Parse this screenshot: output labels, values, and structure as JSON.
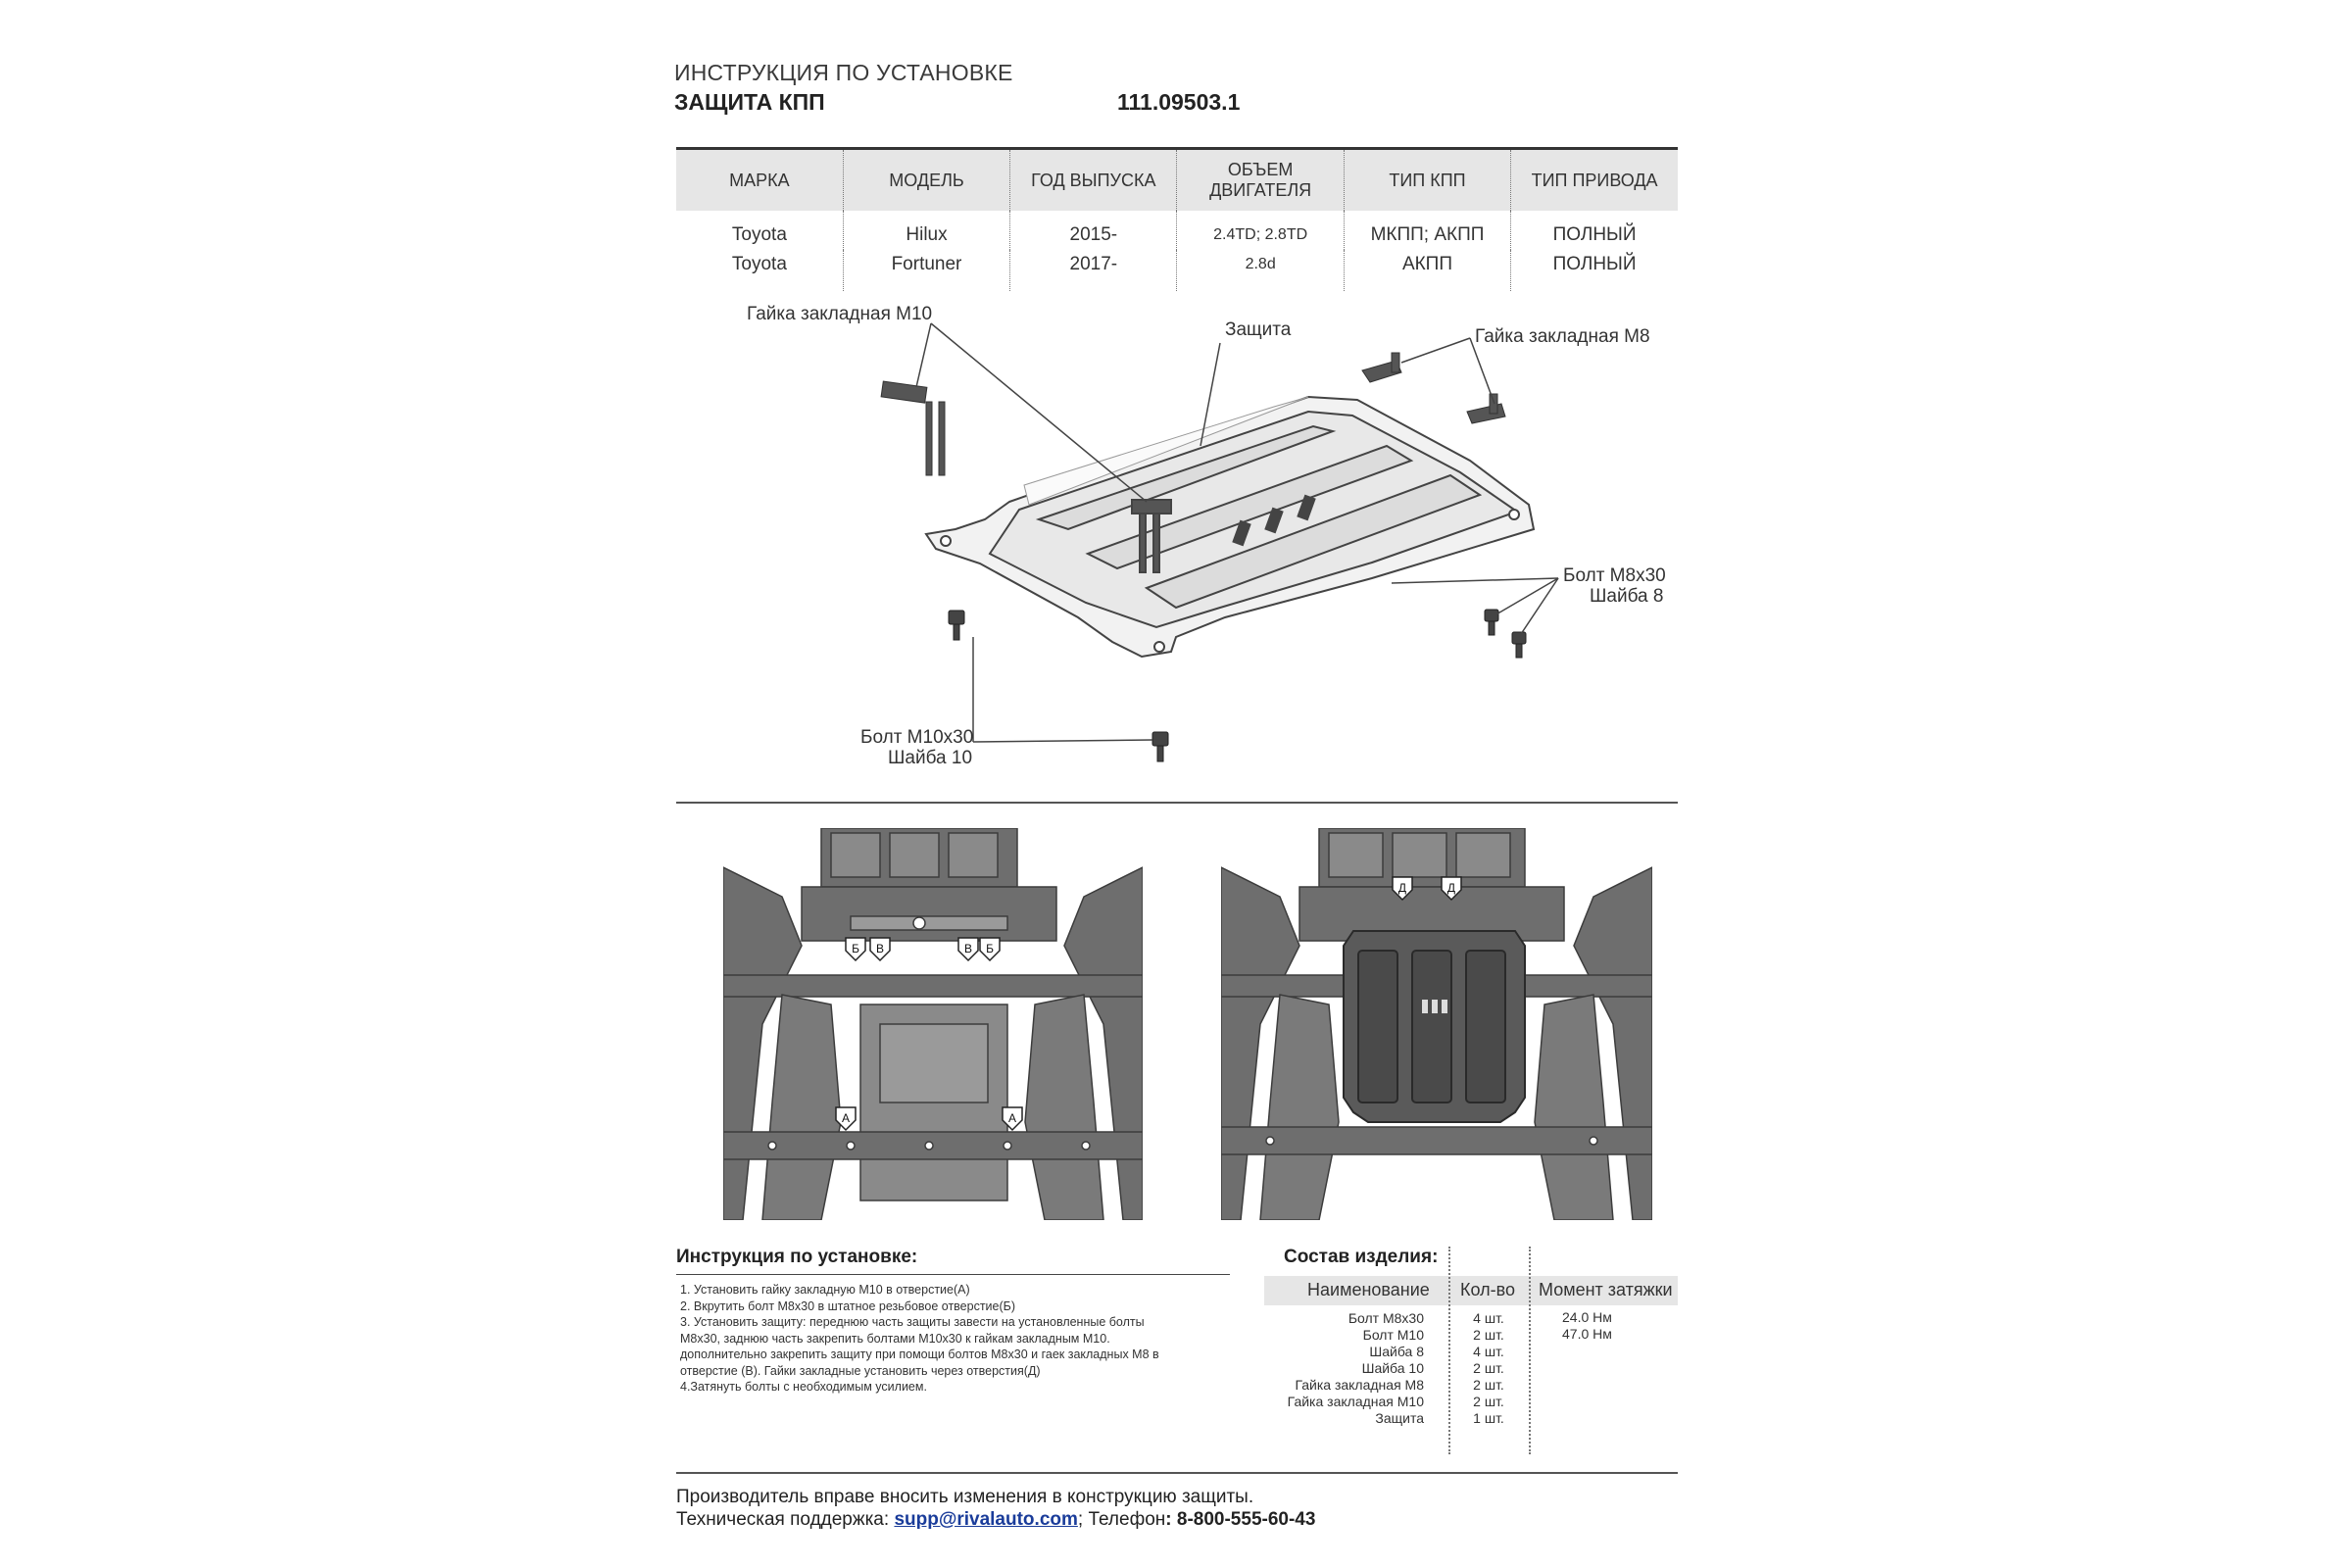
{
  "header": {
    "line1": "ИНСТРУКЦИЯ ПО УСТАНОВКЕ",
    "line2": "ЗАЩИТА КПП",
    "code": "111.09503.1"
  },
  "spec_table": {
    "headers": [
      "МАРКА",
      "МОДЕЛЬ",
      "ГОД ВЫПУСКА",
      "ОБЪЕМ ДВИГАТЕЛЯ",
      "ТИП КПП",
      "ТИП ПРИВОДА"
    ],
    "rows": [
      [
        "Toyota",
        "Hilux",
        "2015-",
        "2.4TD; 2.8TD",
        "МКПП; АКПП",
        "ПОЛНЫЙ"
      ],
      [
        "Toyota",
        "Fortuner",
        "2017-",
        "2.8d",
        "АКПП",
        "ПОЛНЫЙ"
      ]
    ]
  },
  "diagram_labels": {
    "nut_m10": "Гайка закладная М10",
    "guard": "Защита",
    "nut_m8": "Гайка закладная М8",
    "bolt_m8_1": "Болт М8х30",
    "bolt_m8_2": "Шайба 8",
    "bolt_m10_1": "Болт М10х30",
    "bolt_m10_2": "Шайба 10"
  },
  "photo_markers": {
    "left": [
      "Б",
      "В",
      "В",
      "Б",
      "А",
      "А"
    ],
    "right": [
      "Д",
      "Д"
    ]
  },
  "instructions": {
    "title": "Инструкция по установке:",
    "lines": [
      "1. Установить гайку закладную М10 в отверстие(А)",
      "2. Вкрутить болт М8х30 в штатное резьбовое отверстие(Б)",
      "3. Установить защиту: переднюю часть защиты завести на установленные болты",
      "М8х30, заднюю часть закрепить болтами М10х30 к гайкам закладным М10.",
      "дополнительно закрепить защиту при помощи болтов М8х30 и гаек закладных М8 в",
      "отверстие (В). Гайки закладные установить через отверстия(Д)",
      "4.Затянуть болты с необходимым усилием."
    ]
  },
  "composition": {
    "title": "Состав изделия:",
    "col_name": "Наименование",
    "col_qty": "Кол-во",
    "col_torque": "Момент затяжки",
    "names": [
      "Болт М8х30",
      "Болт М10",
      "Шайба 8",
      "Шайба 10",
      "Гайка закладная М8",
      "Гайка закладная М10",
      "Защита"
    ],
    "qty": [
      "4 шт.",
      "2 шт.",
      "4 шт.",
      "2 шт.",
      "2 шт.",
      "2 шт.",
      "1 шт."
    ],
    "torque": [
      "24.0 Нм",
      "47.0 Нм"
    ]
  },
  "footer": {
    "line1": "Производитель вправе вносить изменения в конструкцию защиты.",
    "support_label": "Техническая поддержка: ",
    "email": "supp@rivalauto.com",
    "phone_label": "; Телефон",
    "phone": ": 8-800-555-60-43"
  }
}
